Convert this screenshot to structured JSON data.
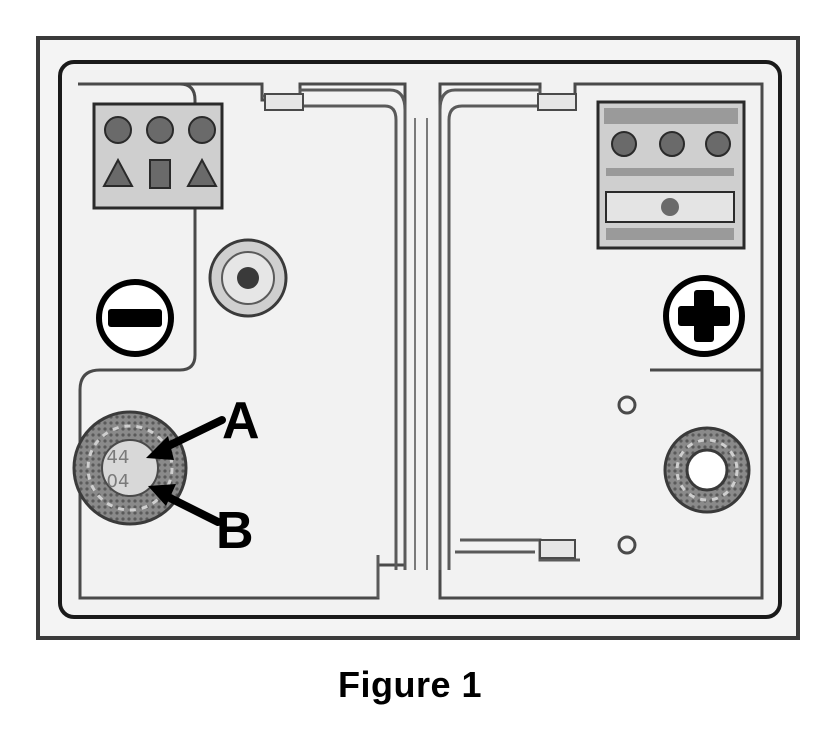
{
  "figure": {
    "caption": "Figure 1",
    "callouts": {
      "a": "A",
      "b": "B"
    },
    "date_code": {
      "line1": "44",
      "line2": "04"
    },
    "terminals": {
      "negative": "minus-sign",
      "positive": "plus-sign"
    },
    "colors": {
      "ink": "#000000",
      "frame": "#555555",
      "fill": "#f2f2f2",
      "gray": "#9a9a9a"
    }
  }
}
